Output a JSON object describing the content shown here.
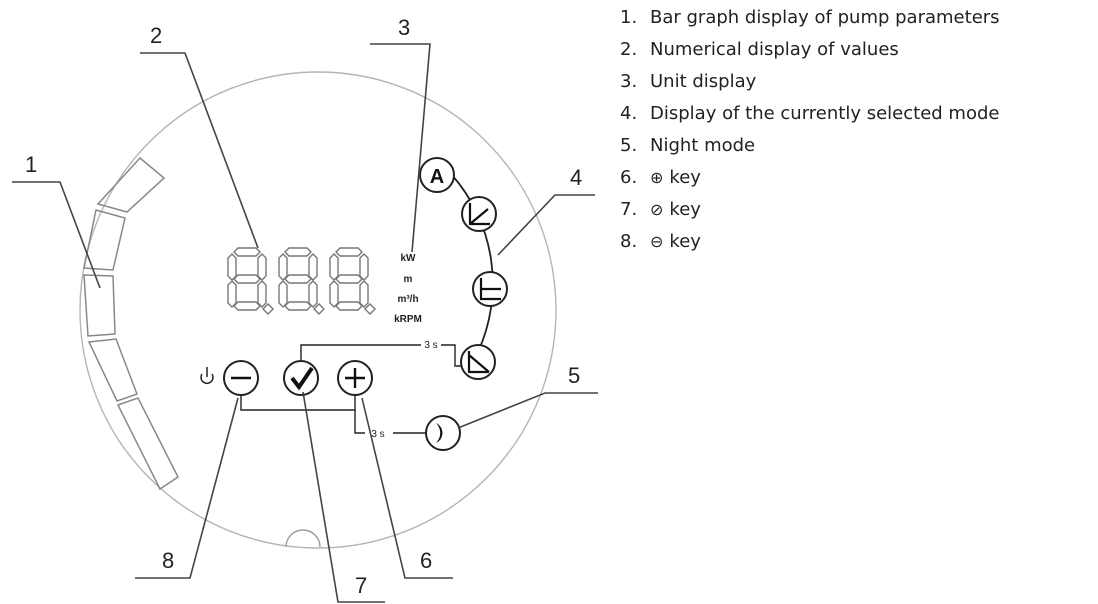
{
  "callouts": [
    "1",
    "2",
    "3",
    "4",
    "5",
    "6",
    "7",
    "8"
  ],
  "units": [
    "kW",
    "m",
    "m³/h",
    "kRPM"
  ],
  "mode_top_label": "A",
  "hold_time_1": "3 s",
  "hold_time_2": "3 s",
  "legend": [
    {
      "num": "1.",
      "text": "Bar graph display of pump parameters"
    },
    {
      "num": "2.",
      "text": "Numerical display of values"
    },
    {
      "num": "3.",
      "text": "Unit display"
    },
    {
      "num": "4.",
      "text": "Display of the currently selected mode"
    },
    {
      "num": "5.",
      "text": "Night mode"
    },
    {
      "num": "6.",
      "symbol": "⊕",
      "text": "key"
    },
    {
      "num": "7.",
      "symbol": "⊘",
      "text": "key"
    },
    {
      "num": "8.",
      "symbol": "⊖",
      "text": "key"
    }
  ]
}
